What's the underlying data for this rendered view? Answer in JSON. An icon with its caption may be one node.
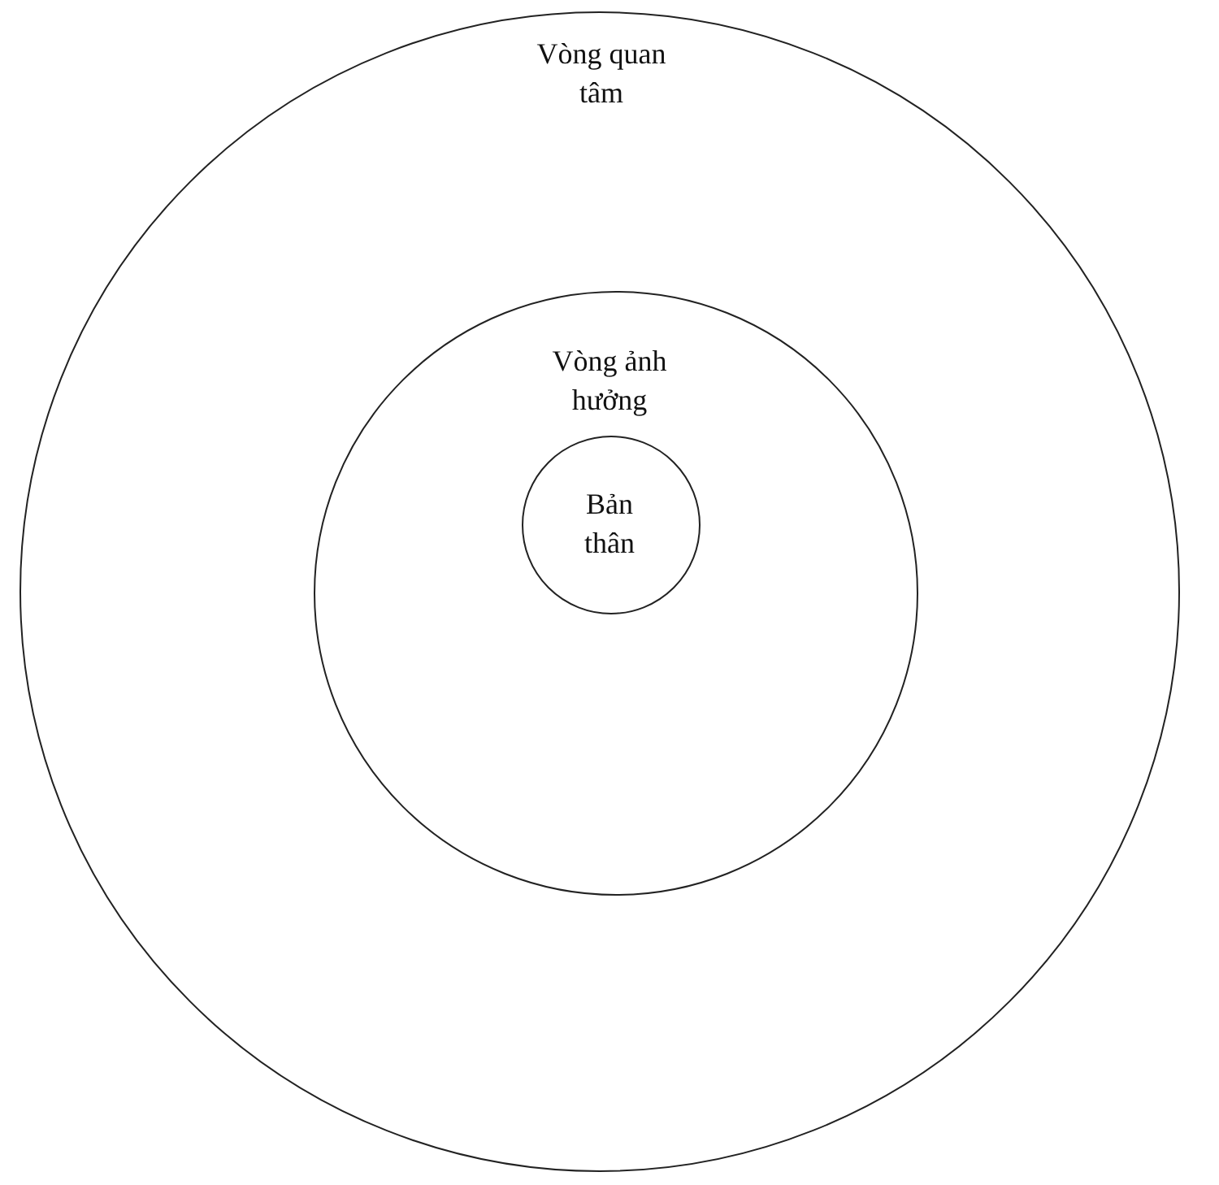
{
  "diagram": {
    "nodes": [
      {
        "text": [
          "Vòng quan tâm"
        ]
      },
      {
        "text": [
          "Vòng ảnh hưởng"
        ],
        "in": 0
      },
      {
        "text": [
          "Bản thân"
        ],
        "in": 1
      }
    ]
  }
}
